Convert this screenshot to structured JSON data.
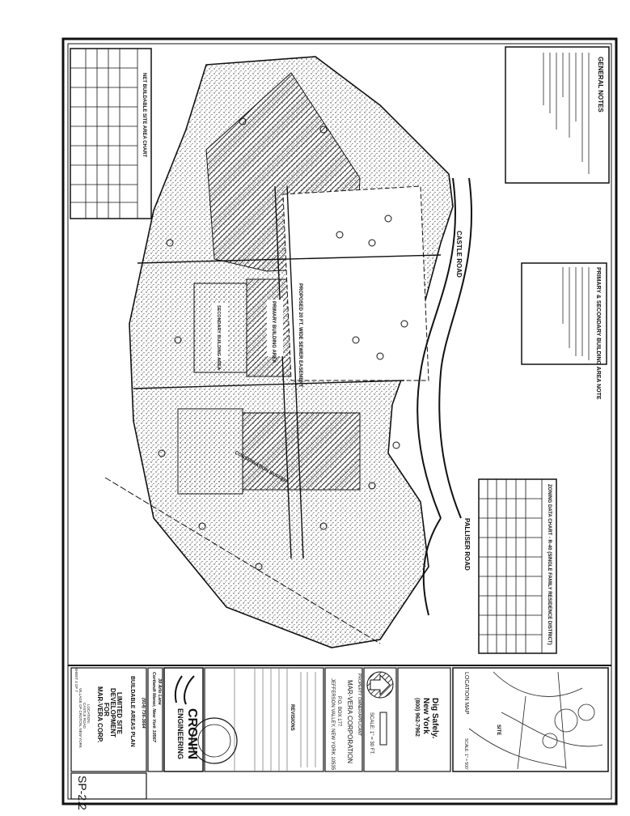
{
  "drawing": {
    "sheet_title": "BUILDABLE AREAS PLAN",
    "project": [
      "LIMITED SITE",
      "DEVELOPMENT",
      "FOR",
      "MAR-VERA CORP."
    ],
    "location_label": "LOCATION:",
    "location": [
      "CASTLE ROAD",
      "VILLAGE OF CROTON, NEW YORK"
    ],
    "sheet_of": "SHEET 4 OF 7",
    "sheet_number": "SP-2.2",
    "engineer": {
      "name": "CRONIN",
      "name2": "ENGINEERING",
      "address1": "39 Arlo Lane",
      "address2": "Cortlandt Manor, New York 10567",
      "phone": "(914) 736-3664"
    },
    "revisions_title": "REVISIONS",
    "owner": {
      "label": "PROPERTY OWNER/APPLICANT",
      "name": "MAR-VERA CORPORATION",
      "address1": "P.O. BOX 177",
      "address2": "JEFFERSON VALLEY, NEW YORK 10535"
    },
    "scale": "SCALE: 1\" = 30 FT.",
    "dig_safely": {
      "line1": "Dig Safely.",
      "line2": "New York",
      "phone": "(800) 962-7962"
    },
    "location_map": {
      "title": "LOCATION MAP",
      "scale": "SCALE: 1\" = 500'",
      "site_label": "SITE"
    },
    "notes": {
      "general_title": "GENERAL NOTES",
      "building_area_title": "PRIMARY & SECONDARY BUILDING AREA NOTE",
      "zoning_title": "ZONING DATA CHART - R-40 (SINGLE FAMILY RESIDENCE DISTRICT)",
      "net_buildable_title": "NET BUILDABLE SITE AREA CHART"
    },
    "plan_labels": {
      "castle_road": "CASTLE ROAD",
      "palliser_road": "PALLISER ROAD",
      "easement": "PROPOSED 20 FT. WIDE SEWER EASEMENT",
      "conservation_buffer": "CONSERVATION BUFFER",
      "primary_area": "PRIMARY BUILDING AREA",
      "secondary_area": "SECONDARY BUILDING AREA"
    },
    "colors": {
      "ink": "#111111",
      "paper": "#ffffff"
    }
  }
}
